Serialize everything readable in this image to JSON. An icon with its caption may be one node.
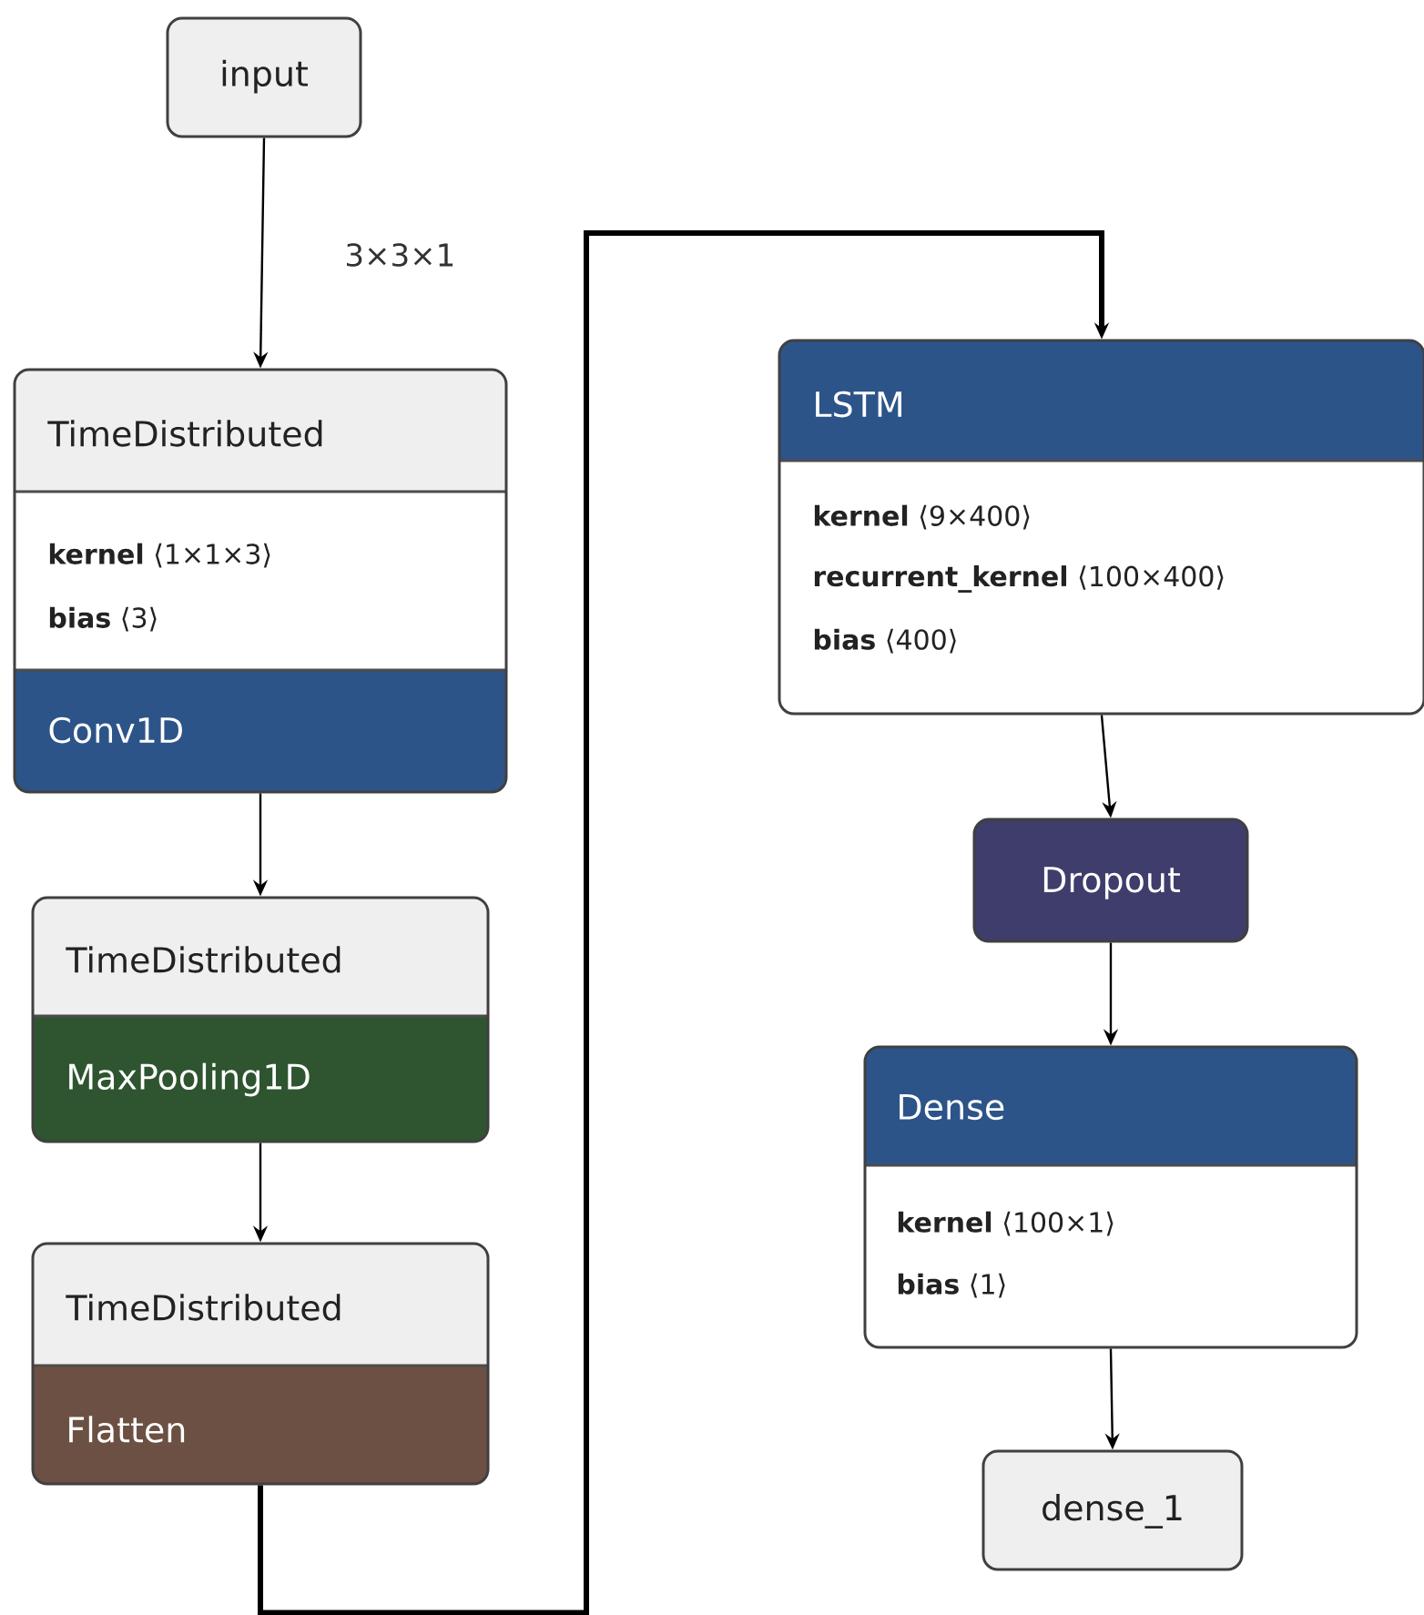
{
  "diagram": {
    "nodes": [
      {
        "text": [
          "input"
        ]
      },
      {
        "text": [
          "TimeDistributed",
          "**kernel** ⟨1×1×3⟩",
          "**bias** ⟨3⟩",
          "Conv1D"
        ]
      },
      {
        "text": [
          "TimeDistributed",
          "MaxPooling1D"
        ]
      },
      {
        "text": [
          "TimeDistributed",
          "Flatten"
        ]
      },
      {
        "text": [
          "LSTM",
          "**kernel** ⟨9×400⟩",
          "**recurrent_kernel** ⟨100×400⟩",
          "**bias** ⟨400⟩"
        ]
      },
      {
        "text": [
          "Dropout"
        ]
      },
      {
        "text": [
          "Dense",
          "**kernel** ⟨100×1⟩",
          "**bias** ⟨1⟩"
        ]
      },
      {
        "text": [
          "dense_1"
        ]
      }
    ],
    "edges": [
      {
        "from": 0,
        "to": 1,
        "arrow": "to",
        "label": "3×3×1"
      },
      {
        "from": 1,
        "to": 2,
        "arrow": "to"
      },
      {
        "from": 2,
        "to": 3,
        "arrow": "to"
      },
      {
        "from": 3,
        "to": 4,
        "arrow": "to",
        "style": "thick"
      },
      {
        "from": 4,
        "to": 5,
        "arrow": "to"
      },
      {
        "from": 5,
        "to": 6,
        "arrow": "to"
      },
      {
        "from": 6,
        "to": 7,
        "arrow": "to"
      }
    ]
  }
}
